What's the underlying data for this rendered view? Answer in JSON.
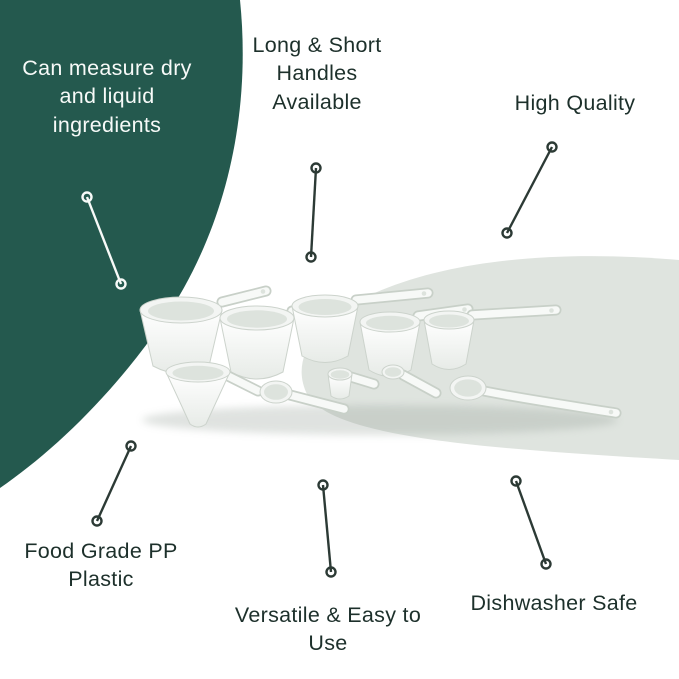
{
  "colors": {
    "teal": "#24594e",
    "mint": "#dfe4df",
    "white": "#ffffff",
    "text_dark": "#1d302b",
    "text_light": "#f7faf8",
    "line_dark": "#2c3a35",
    "line_light": "#f7faf8"
  },
  "callouts": [
    {
      "id": "measure",
      "label": "Can measure dry\nand liquid\ningredients"
    },
    {
      "id": "handles",
      "label": "Long & Short\nHandles\nAvailable"
    },
    {
      "id": "quality",
      "label": "High Quality"
    },
    {
      "id": "foodgrade",
      "label": "Food Grade PP\nPlastic"
    },
    {
      "id": "versatile",
      "label": "Versatile & Easy to\nUse"
    },
    {
      "id": "dishwasher",
      "label": "Dishwasher Safe"
    }
  ],
  "product": {
    "alt": "Set of white plastic measuring cups and spoons with long and short handles"
  }
}
